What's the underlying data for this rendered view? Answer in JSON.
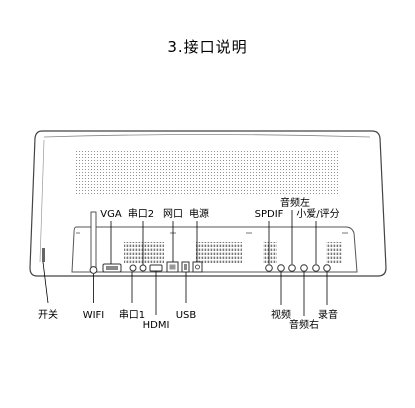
{
  "title": "3.接口说明",
  "labels": {
    "power_switch": "开关",
    "wifi": "WIFI",
    "vga": "VGA",
    "serial2": "串口2",
    "serial1": "串口1",
    "hdmi": "HDMI",
    "network": "网口",
    "power": "电源",
    "usb": "USB",
    "spdif": "SPDIF",
    "audio_left": "音频左",
    "xiaoai": "小爱/评分",
    "video": "视频",
    "audio_right": "音频右",
    "record": "录音"
  }
}
